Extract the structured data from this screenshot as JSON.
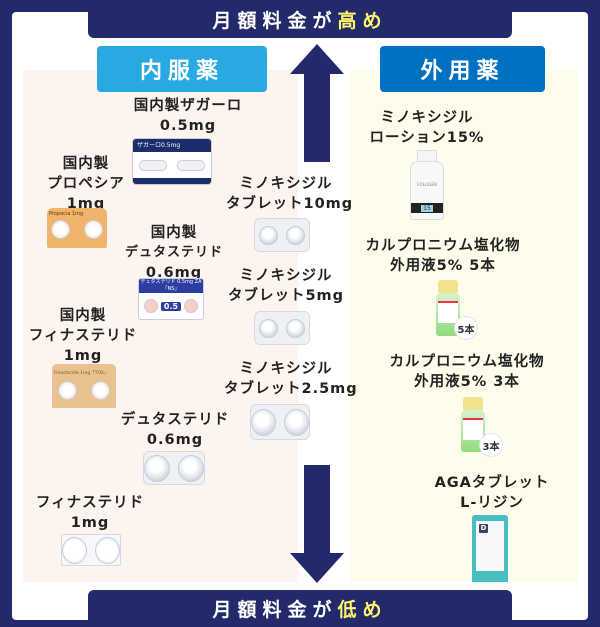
{
  "header": {
    "top_banner": {
      "prefix": "月額料金が",
      "highlight": "高め"
    },
    "bottom_banner": {
      "prefix": "月額料金が",
      "highlight": "低め"
    }
  },
  "categories": {
    "internal": "内服薬",
    "external": "外用薬"
  },
  "colors": {
    "navy": "#222a6c",
    "highlight_yellow": "#fff56a",
    "internal_label": "#29a9e1",
    "external_label": "#0070c0",
    "internal_panel": "#fdf4ef",
    "external_panel": "#fefdec"
  },
  "internal_items": [
    {
      "name": "国内製ザガーロ",
      "dose": "0.5mg",
      "pack_text": "ザガーロ0.5mg"
    },
    {
      "name_lines": [
        "国内製",
        "プロペシア"
      ],
      "dose": "1mg",
      "pack_text": "Propecia 1mg"
    },
    {
      "name_lines": [
        "国内製",
        "デュタステリド"
      ],
      "dose": "0.6mg",
      "pack_text": "デュタステリド 0.5mg ZA「NS」",
      "pack_dose": "0.5"
    },
    {
      "name_lines": [
        "国内製",
        "フィナステリド"
      ],
      "dose": "1mg",
      "pack_text": "Finasteride 1mg「TOX」"
    },
    {
      "name_lines": [
        "ミノキシジル",
        "タブレット10mg"
      ]
    },
    {
      "name_lines": [
        "ミノキシジル",
        "タブレット5mg"
      ]
    },
    {
      "name_lines": [
        "ミノキシジル",
        "タブレット2.5mg"
      ]
    },
    {
      "name": "デュタステリド",
      "dose": "0.6mg"
    },
    {
      "name": "フィナステリド",
      "dose": "1mg"
    }
  ],
  "external_items": [
    {
      "name_lines": [
        "ミノキシジル",
        "ローション15%"
      ],
      "bottle_label": "FOLLIGEN",
      "bottle_number": "15"
    },
    {
      "name_lines": [
        "カルプロニウム塩化物",
        "外用液5% 5本"
      ],
      "badge": "5本"
    },
    {
      "name_lines": [
        "カルプロニウム塩化物",
        "外用液5% 3本"
      ],
      "badge": "3本"
    },
    {
      "name_lines": [
        "AGAタブレット",
        "L-リジン"
      ],
      "pack_letter": "D"
    }
  ]
}
